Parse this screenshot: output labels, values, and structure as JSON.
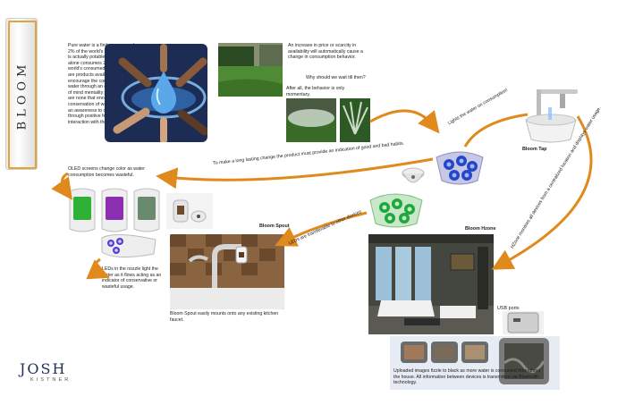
{
  "brand": {
    "logo_text": "BLOOM",
    "designer_first": "JOSH",
    "designer_last": "KISTNER"
  },
  "colors": {
    "accent_orange": "#e08a1e",
    "dark_navy": "#1e2f58",
    "blue_light": "#3a63d8",
    "green_light": "#2cb44c"
  },
  "intro": {
    "text": "Pure water is a finite source, only 2% of the world's available water is actually potable. The USA alone consumes 25% of the world's consumed water. There are products available that encourage the conservation of water through an out of sight, out of mind mentality; however, there are none that encourage the conservation of water by bringing an awareness to one's behavior through positive feedback and interaction with the product."
  },
  "price_note": "An increase in price or scarcity in availability will automatically cause a change in consumption behavior.",
  "question": "Why should we wait till then?",
  "momentary": "After all, the behavior is only momentary.",
  "arrows": {
    "lights_water": "Lights the water on consumption!",
    "long_lasting": "To make a long lasting change the product must provide an indication of good and bad habits.",
    "transferable": "LEDs are transferable to other devices",
    "hzone_monitors": "HZone monitors all devices from a centralized location and displays water usage."
  },
  "oled_text": "OLED screens change color as water consumption becomes wasteful.",
  "leds_text": "LEDs in the nozzle light the water as it flows acting as an indicator of conservative or wasteful usage.",
  "labels": {
    "bloom_tap": "Bloom Tap",
    "bloom_spout": "Bloom Spout",
    "bloom_hzone": "Bloom Hzone",
    "usb_ports": "USB ports"
  },
  "spout_text": "Bloom Spout easily mounts onto any existing kitchen faucet.",
  "images_text": "Uploaded images fizzle to black as more water is consumed throughout the house. All information between devices is transmitted via Bluetooth technology."
}
